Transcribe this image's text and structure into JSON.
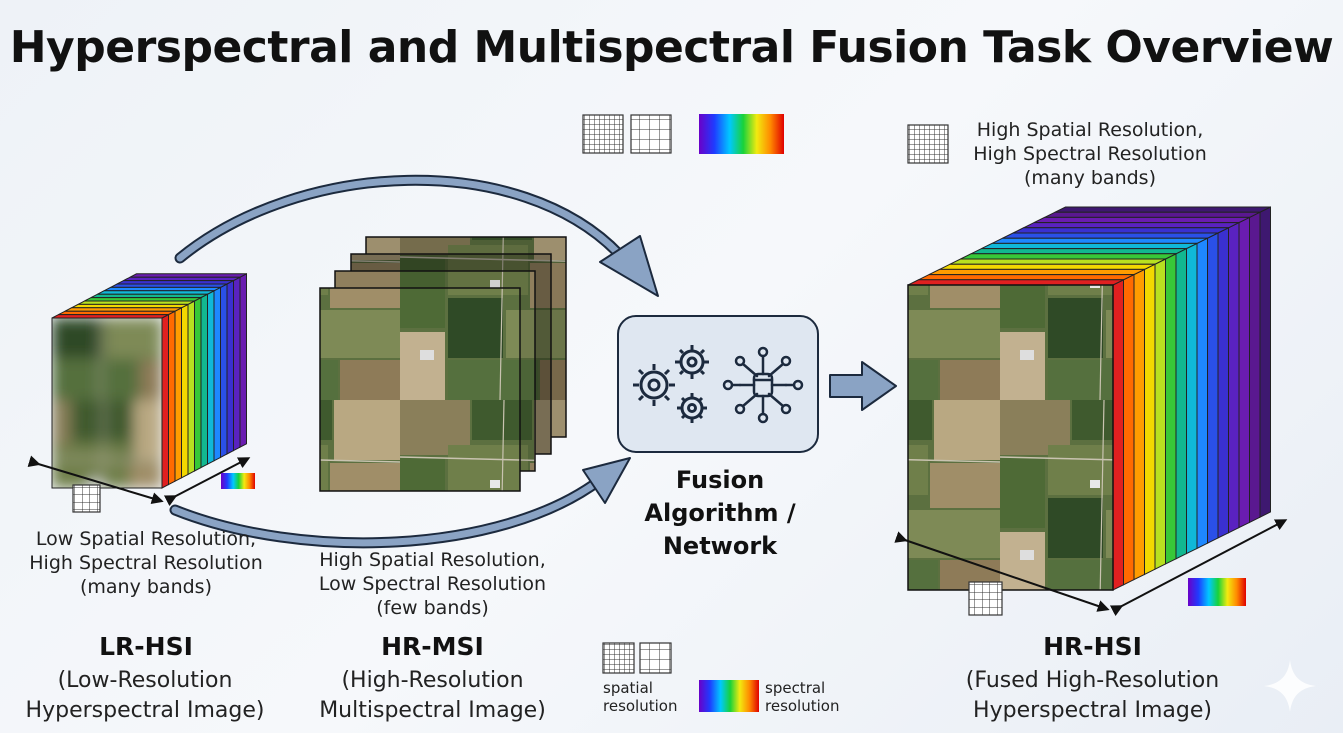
{
  "title": "Hyperspectral and Multispectral Fusion Task Overview",
  "lr_hsi": {
    "desc": [
      "Low Spatial Resolution,",
      "High Spectral Resolution",
      "(many bands)"
    ],
    "name": "LR-HSI",
    "full": [
      "(Low-Resolution",
      "Hyperspectral Image)"
    ]
  },
  "hr_msi": {
    "desc": [
      "High Spatial Resolution,",
      "Low Spectral Resolution",
      "(few bands)"
    ],
    "name": "HR-MSI",
    "full": [
      "(High-Resolution",
      "Multispectral Image)"
    ]
  },
  "fusion": {
    "label": [
      "Fusion",
      "Algorithm /",
      "Network"
    ],
    "icons": [
      "gears-icon",
      "neural-network-icon"
    ]
  },
  "hr_hsi": {
    "desc": [
      "High Spatial Resolution,",
      "High Spectral Resolution",
      "(many bands)"
    ],
    "name": "HR-HSI",
    "full": [
      "(Fused High-Resolution",
      "Hyperspectral Image)"
    ]
  },
  "legend": {
    "spatial": [
      "spatial",
      "resolution"
    ],
    "spectral": [
      "spectral",
      "resolution"
    ]
  },
  "colors": {
    "arrow": "#8aa3c4",
    "arrow_stroke": "#1c2a3e",
    "fusion_box": "#dfe7f1"
  }
}
